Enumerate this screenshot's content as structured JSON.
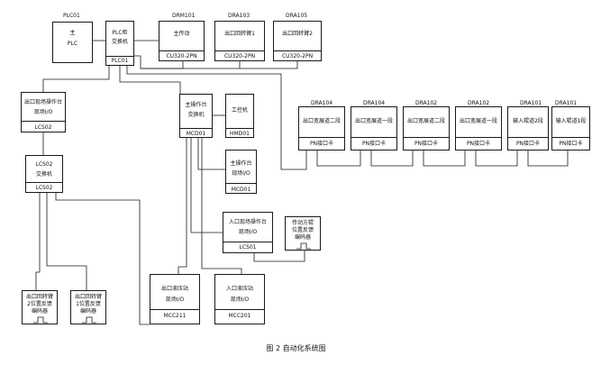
{
  "caption": "图 2   自动化系统图",
  "top": {
    "plc": {
      "tag": "PLC01",
      "line1": "主",
      "line2": "PLC"
    },
    "plc_switch": {
      "line1": "PLC柜",
      "line2": "交换机",
      "footer": "PLC01"
    },
    "drm101": {
      "tag": "DRM101",
      "label": "主传动",
      "footer": "CU320-2PN"
    },
    "dra103": {
      "tag": "DRA103",
      "label": "出口回转臂1",
      "footer": "CU320-2PN"
    },
    "dra105": {
      "tag": "DRA105",
      "label": "出口回转臂2",
      "footer": "CU320-2PN"
    }
  },
  "left": {
    "console": {
      "line1": "出口现场操作台",
      "line2": "现场I/O",
      "footer": "LCS02"
    },
    "switch": {
      "line1": "LCS02",
      "line2": "交换机",
      "footer": "LCS02"
    },
    "enc1": {
      "l1": "出口回转臂",
      "l2": "2位置反馈",
      "l3": "编码器"
    },
    "enc2": {
      "l1": "出口回转臂",
      "l2": "1位置反馈",
      "l3": "编码器"
    }
  },
  "middle": {
    "main_switch": {
      "line1": "主操作台",
      "line2": "交换机",
      "footer": "MCD01"
    },
    "ipc": {
      "line1": "工控机",
      "footer": "HMD01"
    },
    "main_console": {
      "line1": "主操作台",
      "line2": "现场I/O",
      "footer": "MCD01"
    },
    "entry_console": {
      "line1": "入口现场操作台",
      "line2": "现场I/O",
      "footer": "LCS01"
    },
    "enc3": {
      "l1": "传动方辊",
      "l2": "位置反馈",
      "l3": "编码器"
    },
    "exit_hyd": {
      "line1": "出口液压站",
      "line2": "现场I/O",
      "footer": "MCC211"
    },
    "entry_hyd": {
      "line1": "入口液压站",
      "line2": "现场I/O",
      "footer": "MCC201"
    }
  },
  "drives": [
    {
      "tag": "DRA104",
      "label": "出口宽展道二段",
      "footer": "PN接口卡"
    },
    {
      "tag": "DRA104",
      "label": "出口宽展道一段",
      "footer": "PN接口卡"
    },
    {
      "tag": "DRA102",
      "label": "出口宽展道二段",
      "footer": "PN接口卡"
    },
    {
      "tag": "DRA102",
      "label": "出口宽展道一段",
      "footer": "PN接口卡"
    },
    {
      "tag": "DRA101",
      "label": "输入辊道2段",
      "footer": "PN接口卡"
    },
    {
      "tag": "DRA101",
      "label": "输入辊道1段",
      "footer": "PN接口卡"
    }
  ]
}
